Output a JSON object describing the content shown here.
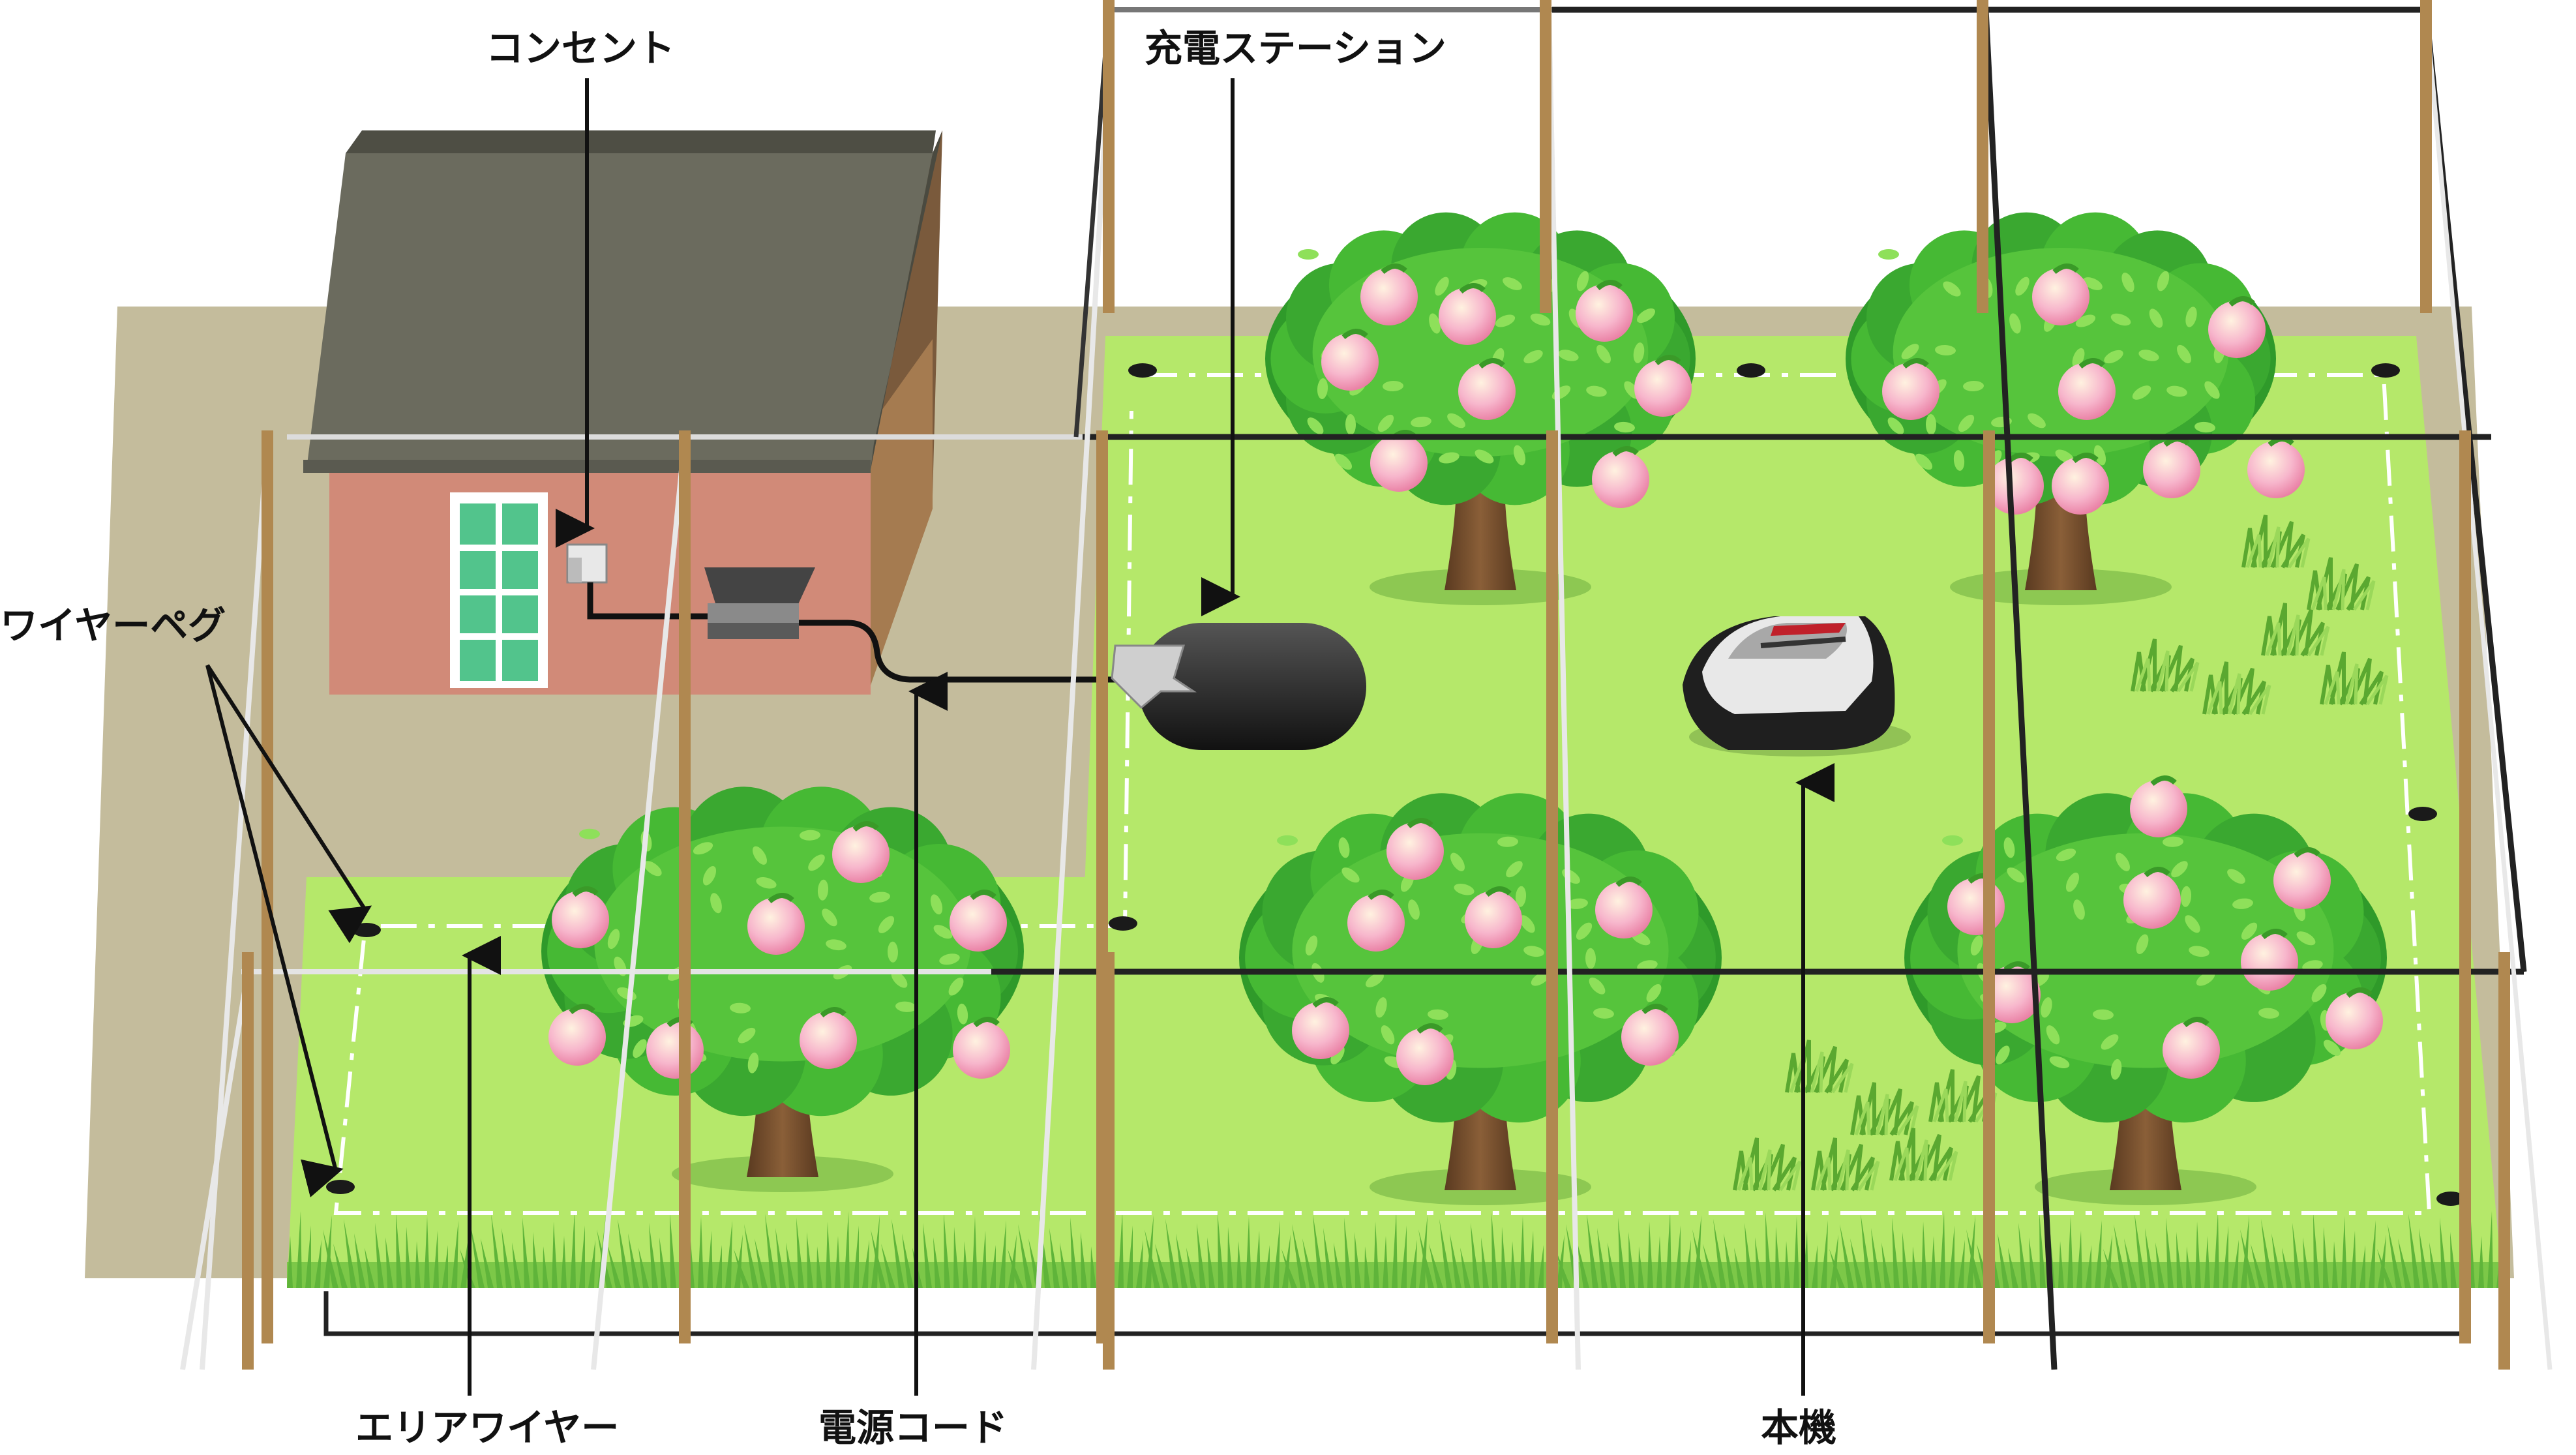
{
  "labels": {
    "outlet": "コンセント",
    "charging_station": "充電ステーション",
    "wire_peg": "ワイヤーペグ",
    "area_wire": "エリアワイヤー",
    "power_cord": "電源コード",
    "mower": "本機"
  },
  "colors": {
    "lawn": "#b5e86a",
    "ground": "#c4bc9c",
    "house_wall": "#d18a78",
    "roof": "#6b6b5e",
    "tree_foliage": "#46b934",
    "fruit": "#f6b0c8",
    "trunk": "#6f4a2c",
    "net_dark": "#222222",
    "net_light": "#e8e8e8",
    "post": "#b08850"
  },
  "icons": {
    "mower": "robot-lawn-mower-icon",
    "station": "charging-station-icon",
    "peg": "wire-peg-icon",
    "outlet": "power-outlet-icon"
  }
}
